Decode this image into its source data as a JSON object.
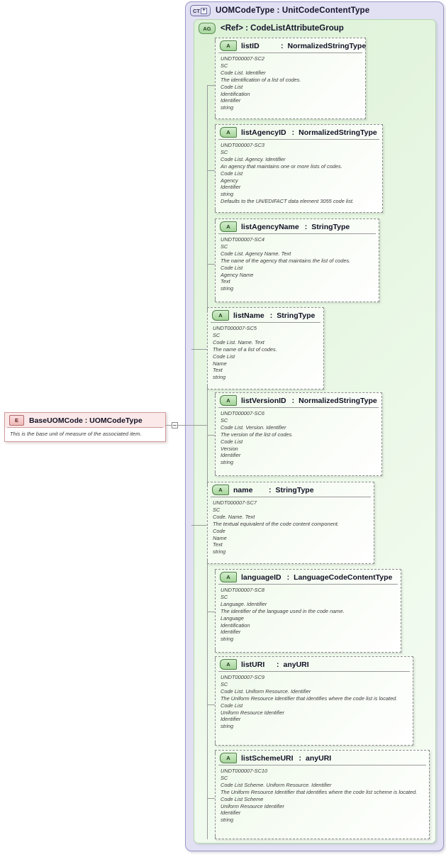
{
  "diagram": {
    "title": "UOMCodeType : UnitCodeContentType",
    "complex_type": {
      "icon": "complex-type-icon",
      "icon_label": "CT",
      "expand_glyph": "+",
      "label": "UOMCodeType : UnitCodeContentType"
    },
    "attribute_group": {
      "icon": "attribute-group-icon",
      "icon_label": "AG",
      "label": "<Ref>      : CodeListAttributeGroup"
    },
    "element": {
      "icon": "element-icon",
      "icon_label": "E",
      "label": "BaseUOMCode : UOMCodeType",
      "documentation": "This is the base unit of measure of the associated item."
    },
    "attribute_icon_label": "A",
    "separator": ":",
    "attributes": [
      {
        "name": "listID",
        "type": "NormalizedStringType",
        "doc": [
          "UNDT000007-SC2",
          "SC",
          "Code List. Identifier",
          "The identification of a list of codes.",
          "Code List",
          "Identification",
          "Identifier",
          "string"
        ]
      },
      {
        "name": "listAgencyID",
        "type": "NormalizedStringType",
        "doc": [
          "UNDT000007-SC3",
          "SC",
          "Code List. Agency. Identifier",
          "An agency that maintains one or more lists of codes.",
          "Code List",
          "Agency",
          "Identifier",
          "string",
          "Defaults to the UN/EDIFACT data element 3055 code list."
        ]
      },
      {
        "name": "listAgencyName",
        "type": "StringType",
        "doc": [
          "UNDT000007-SC4",
          "SC",
          "Code List. Agency Name. Text",
          "The name of the agency that maintains the list of codes.",
          "Code List",
          "Agency Name",
          "Text",
          "string"
        ]
      },
      {
        "name": "listName",
        "type": "StringType",
        "doc": [
          "UNDT000007-SC5",
          "SC",
          "Code List. Name. Text",
          "The name of a list of codes.",
          "Code List",
          "Name",
          "Text",
          "string"
        ]
      },
      {
        "name": "listVersionID",
        "type": "NormalizedStringType",
        "doc": [
          "UNDT000007-SC6",
          "SC",
          "Code List. Version. Identifier",
          "The version of the list of codes.",
          "Code List",
          "Version",
          "Identifier",
          "string"
        ]
      },
      {
        "name": "name",
        "type": "StringType",
        "doc": [
          "UNDT000007-SC7",
          "SC",
          "Code. Name. Text",
          "The textual equivalent of the code content component.",
          "Code",
          "Name",
          "Text",
          "string"
        ]
      },
      {
        "name": "languageID",
        "type": "LanguageCodeContentType",
        "doc": [
          "UNDT000007-SC8",
          "SC",
          "Language. Identifier",
          "The identifier of the language used in the code name.",
          "Language",
          "Identification",
          "Identifier",
          "string"
        ]
      },
      {
        "name": "listURI",
        "type": "anyURI",
        "doc": [
          "UNDT000007-SC9",
          "SC",
          "Code List. Uniform Resource. Identifier",
          "The Uniform Resource Identifier that identifies where the code list is located.",
          "Code List",
          "Uniform Resource Identifier",
          "Identifier",
          "string"
        ]
      },
      {
        "name": "listSchemeURI",
        "type": "anyURI",
        "doc": [
          "UNDT000007-SC10",
          "SC",
          "Code List Scheme. Uniform Resource. Identifier",
          "The Uniform Resource Identifier that identifies where the code list scheme is located.",
          "Code List Scheme",
          "Uniform Resource Identifier",
          "Identifier",
          "string"
        ]
      }
    ],
    "colors": {
      "complex_type_fill": "#e2e1f4",
      "complex_type_border": "#9a97c6",
      "attribute_group_fill": "#e3f5de",
      "attribute_group_border": "#b6d6b0",
      "attribute_fill": "#f3fbf0",
      "attribute_border": "#8c8c8c",
      "element_border": "#cf9a9a",
      "element_header_fill": "#fbe9e9",
      "connector": "#9a9a9a"
    }
  }
}
